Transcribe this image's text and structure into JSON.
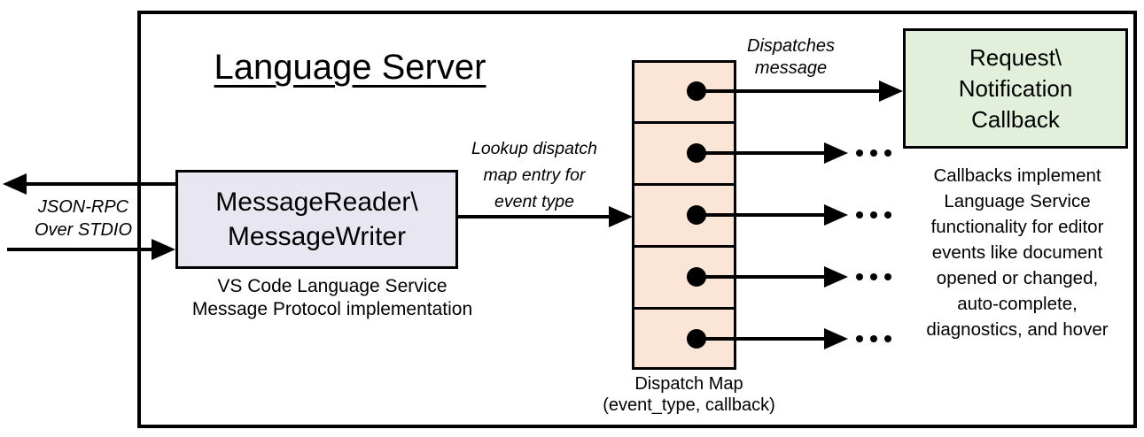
{
  "diagram": {
    "title": "Language Server",
    "io_channel": {
      "label": "JSON-RPC\nOver STDIO"
    },
    "message_box": {
      "text": "MessageReader\\\nMessageWriter",
      "caption": "VS Code Language Service\nMessage Protocol implementation",
      "fill": "#E8E7F1"
    },
    "lookup_label": "Lookup dispatch\nmap entry for\nevent type",
    "dispatch_map": {
      "caption": "Dispatch Map\n(event_type, callback)",
      "fill": "#FBE5D6",
      "rows": [
        {
          "type": "callback",
          "label": "Dispatches\nmessage"
        },
        {
          "type": "ellipsis",
          "glyph": "..."
        },
        {
          "type": "ellipsis",
          "glyph": "..."
        },
        {
          "type": "ellipsis",
          "glyph": "..."
        },
        {
          "type": "ellipsis",
          "glyph": "..."
        }
      ]
    },
    "callback_box": {
      "text": "Request\\\nNotification\nCallback",
      "fill": "#E2EFDA",
      "caption": "Callbacks implement\nLanguage Service\nfunctionality for editor\nevents like document\nopened or changed,\nauto-complete,\ndiagnostics, and hover"
    },
    "colors": {
      "line": "#000000",
      "message_box_fill": "#E8E7F1",
      "dispatch_map_fill": "#FBE5D6",
      "callback_box_fill": "#E2EFDA"
    }
  }
}
